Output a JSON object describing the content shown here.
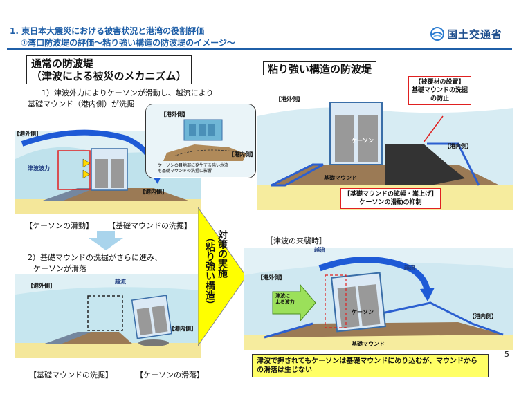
{
  "header": {
    "line1": "1. 東日本大震災における被害状況と港湾の役割評価",
    "line2": "①湾口防波堤の評価～粘り強い構造の防波堤のイメージ～",
    "logo_text": "国土交通省"
  },
  "left": {
    "title_line1": "通常の防波堤",
    "title_line2": "（津波による被災のメカニズム）",
    "step1_line1": "1）津波外力によりケーソンが滑動し、越流により",
    "step1_line2": "基礎マウンド（港内側）が洗掘",
    "outer_label": "【港外側】",
    "inner_label": "【港内側】",
    "force_label": "津波波力",
    "inset_outer": "【港外側】",
    "inset_inner": "【港内側】",
    "inset_note_line1": "ケーソンの目地部に発生する強い水流",
    "inset_note_line2": "も基礎マウンドの洗掘に影響",
    "cap_slide": "【ケーソンの滑動】",
    "cap_scour": "【基礎マウンドの洗掘】",
    "step2_line1": "2）基礎マウンドの洗掘がさらに進み、",
    "step2_line2": "ケーソンが滑落",
    "overflow_label": "越流",
    "outer_label2": "【港外側】",
    "inner_label2": "【港内側】",
    "cap_scour2": "【基礎マウンドの洗掘】",
    "cap_fall": "【ケーソンの滑落】"
  },
  "center": {
    "measure_col1": "対策の実施",
    "measure_col2": "（粘り強い構造）"
  },
  "right": {
    "title": "粘り強い構造の防波堤",
    "outer_label": "【港外側】",
    "inner_label": "【港内側】",
    "caisson_label": "ケーソン",
    "mound_label": "基礎マウンド",
    "cover_line1": "【被覆材の設置】",
    "cover_line2": "基礎マウンドの洗掘",
    "cover_line3": "の防止",
    "widen_line1": "【基礎マウンドの拡幅・嵩上げ】",
    "widen_line2": "ケーソンの滑動の抑制",
    "arrival": "［津波の来襲時］",
    "overflow1": "越流",
    "overflow2": "越流",
    "outer_label2": "【港外側】",
    "inner_label2": "【港内側】",
    "wave_force_line1": "津波に",
    "wave_force_line2": "よる波力",
    "caisson_label2": "ケーソン",
    "mound_label2": "基礎マウンド",
    "note": "津波で押されてもケーソンは基礎マウンドにめり込むが、マウンドからの滑落は生じない"
  },
  "page_number": "5"
}
